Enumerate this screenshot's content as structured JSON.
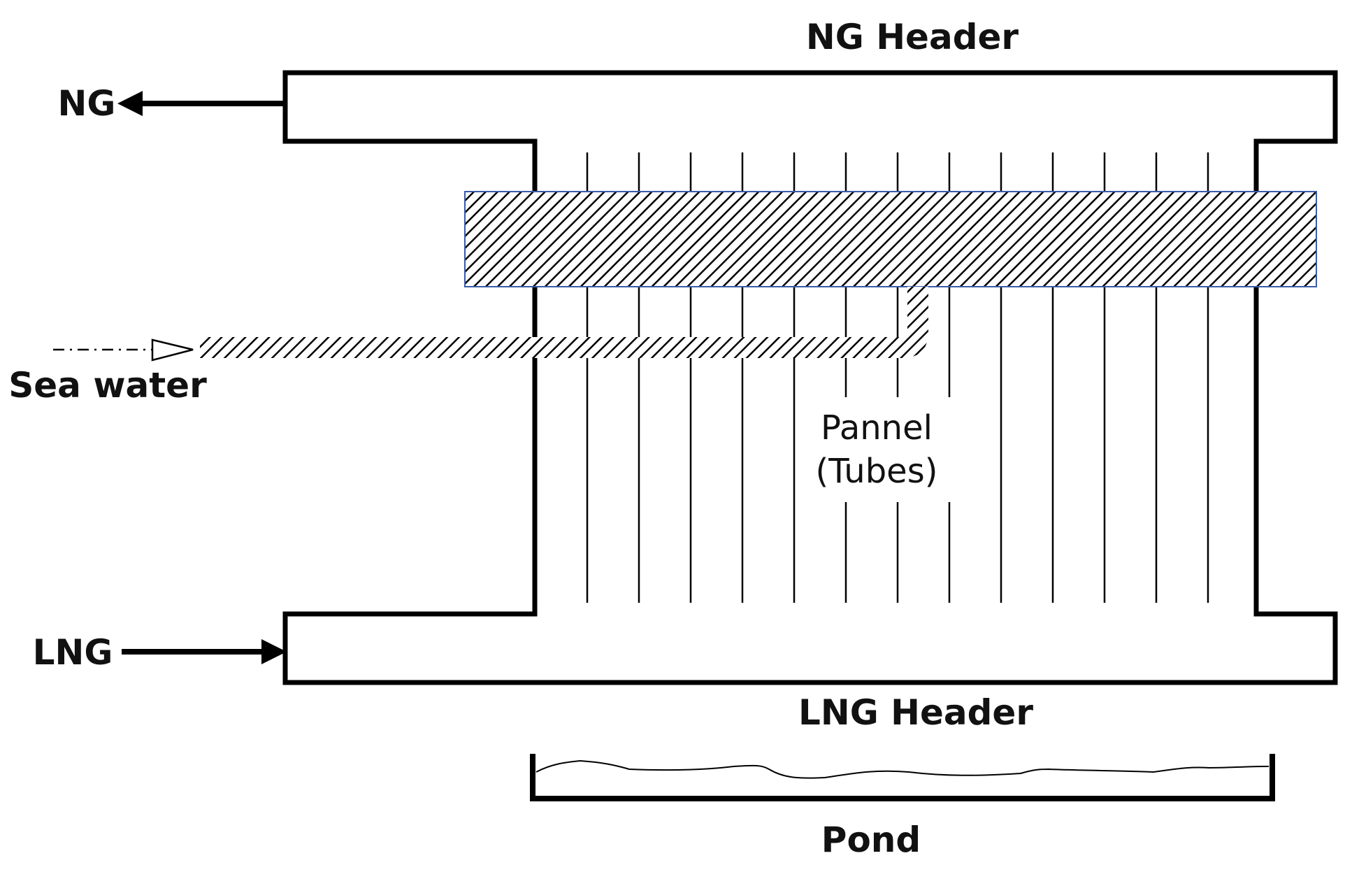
{
  "labels": {
    "ng_header": "NG Header",
    "ng": "NG",
    "sea_water": "Sea water",
    "panel_line1": "Pannel",
    "panel_line2": "(Tubes)",
    "lng": "LNG",
    "lng_header": "LNG Header",
    "pond": "Pond"
  },
  "colors": {
    "line": "#000000",
    "spray_border": "#3a5aa8",
    "background": "#ffffff"
  }
}
